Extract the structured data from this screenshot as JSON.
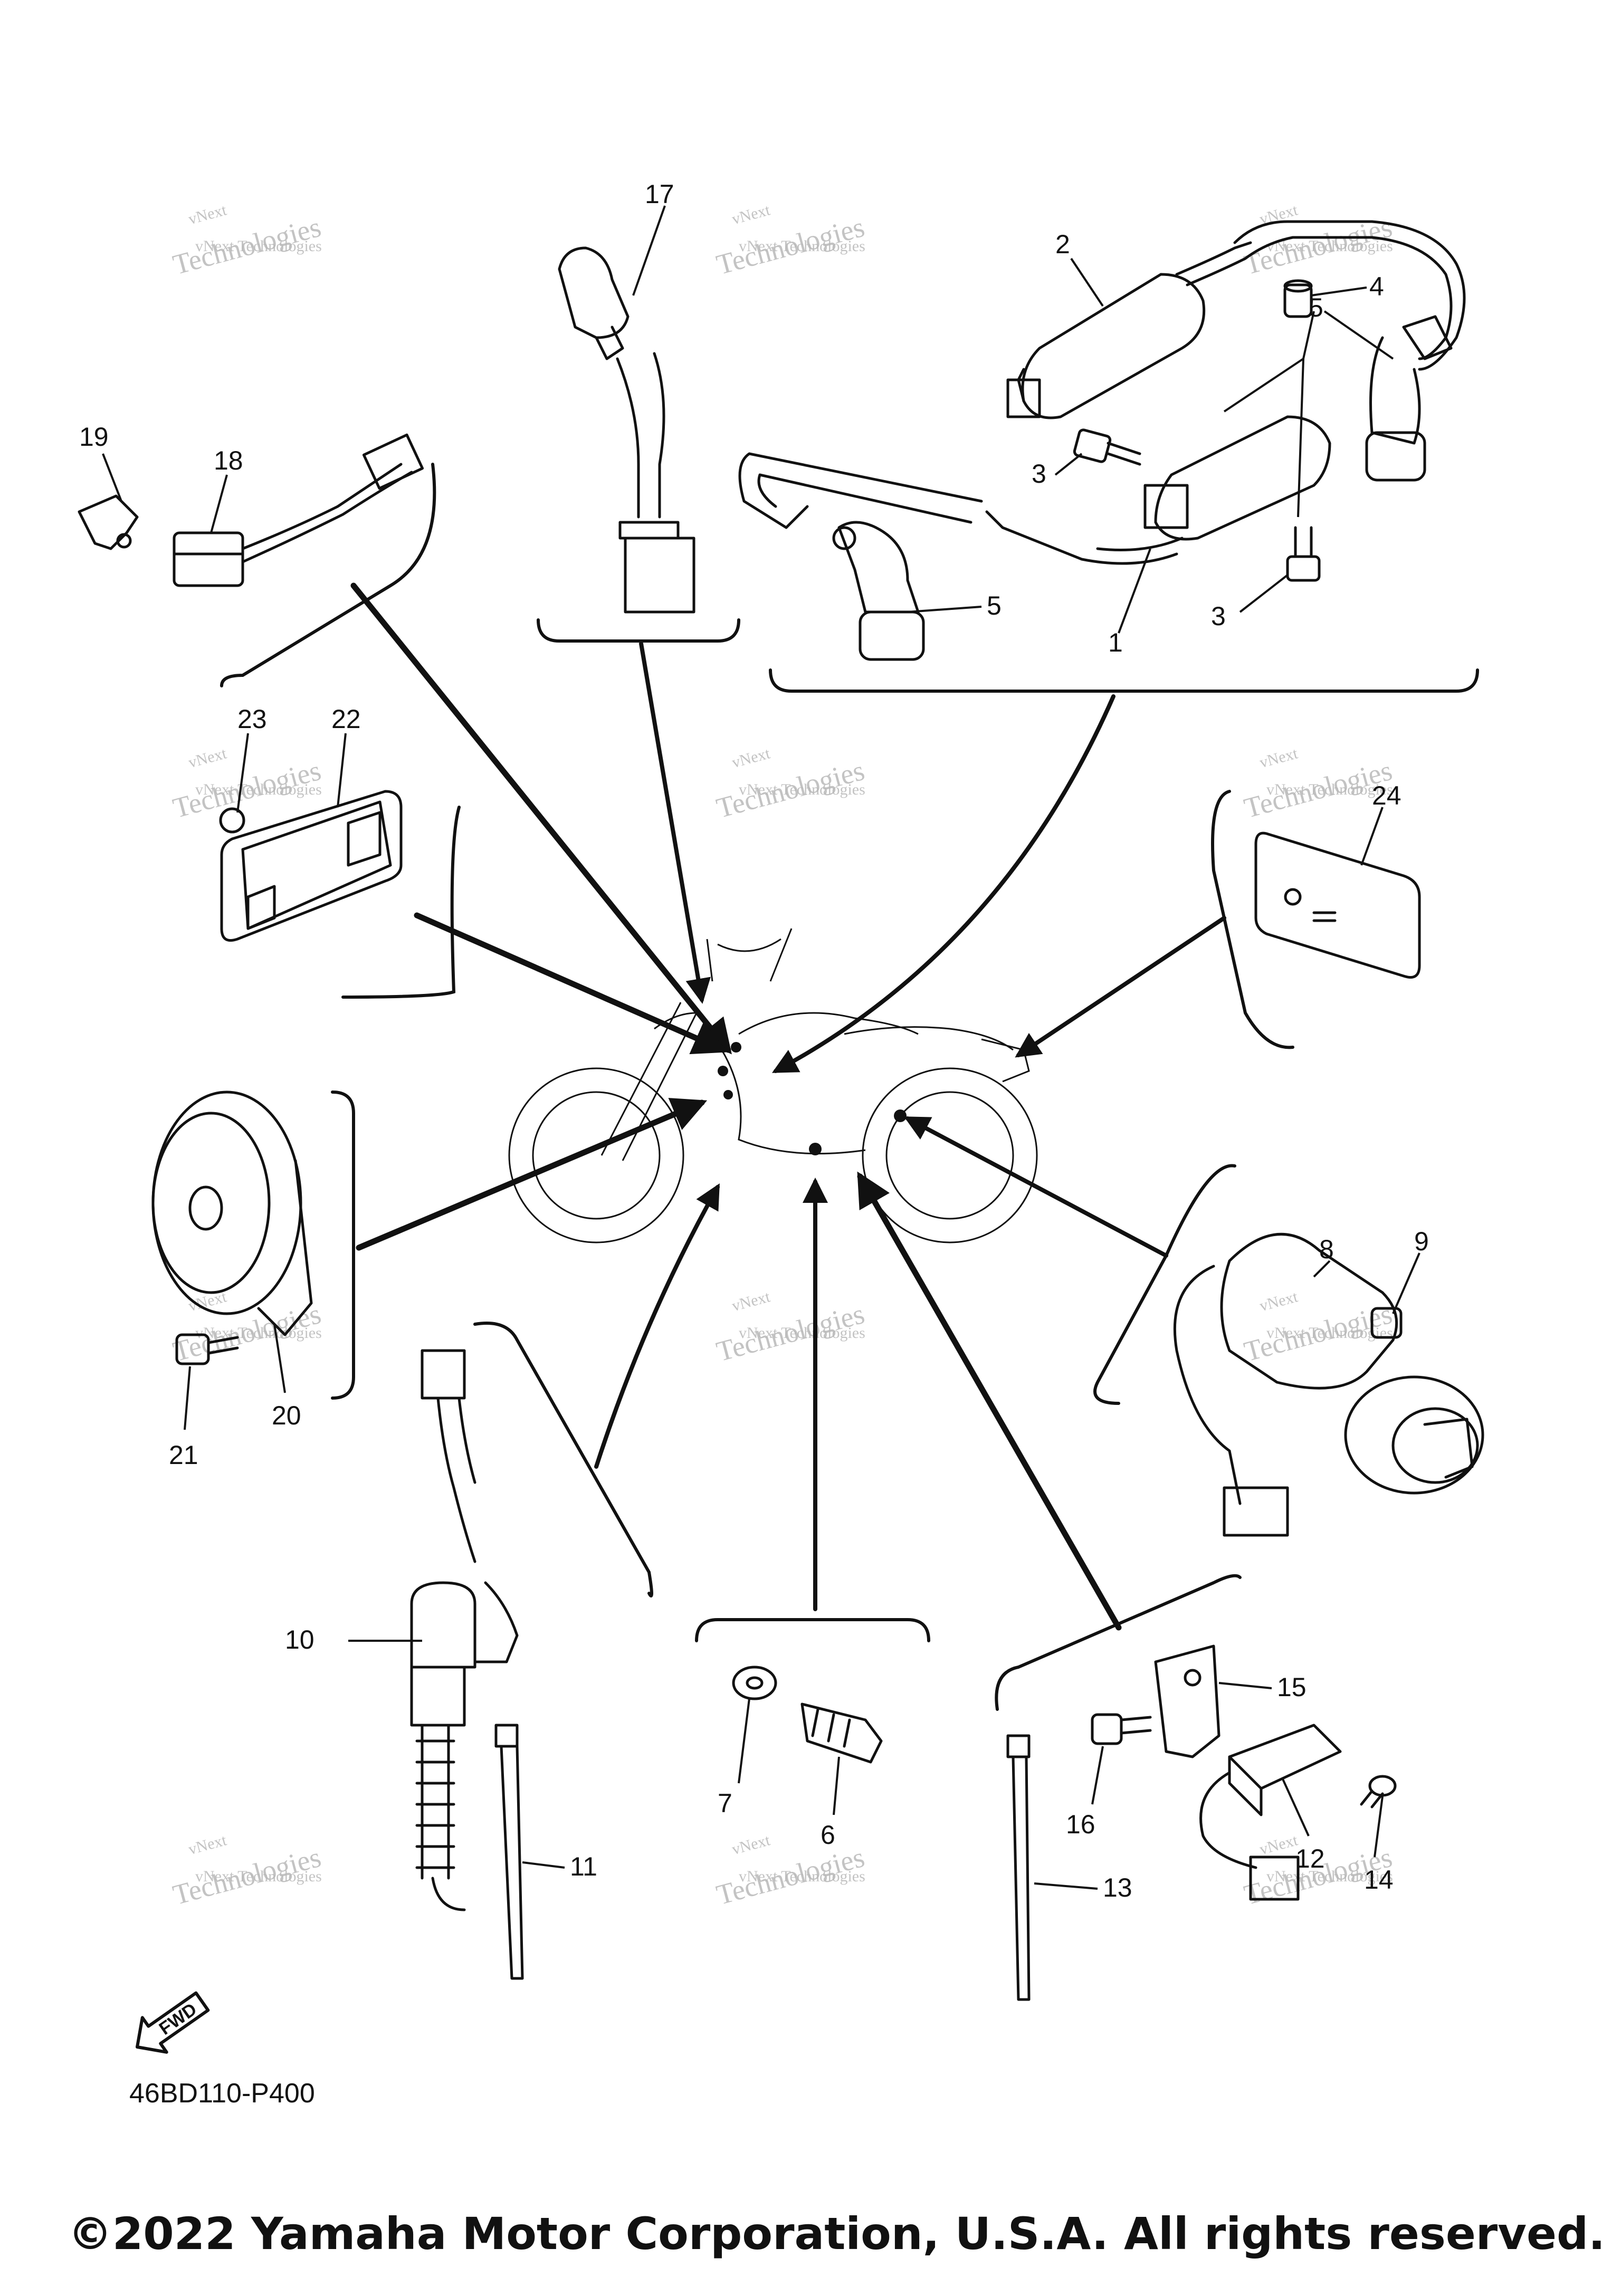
{
  "drawing_code": "46BD110-P400",
  "copyright": "©2022 Yamaha Motor Corporation, U.S.A. All rights reserved.",
  "fwd_label": "FWD",
  "watermark": {
    "line1": "vNext Technologies",
    "line2": "Technologies",
    "line3": "vNext"
  },
  "callouts": {
    "c1": "1",
    "c2": "2",
    "c3a": "3",
    "c3b": "3",
    "c4": "4",
    "c5a": "5",
    "c5b": "5",
    "c6": "6",
    "c7": "7",
    "c8": "8",
    "c9": "9",
    "c10": "10",
    "c11": "11",
    "c12": "12",
    "c13": "13",
    "c14": "14",
    "c15": "15",
    "c16": "16",
    "c17": "17",
    "c18": "18",
    "c19": "19",
    "c20": "20",
    "c21": "21",
    "c22": "22",
    "c23": "23",
    "c24": "24"
  }
}
